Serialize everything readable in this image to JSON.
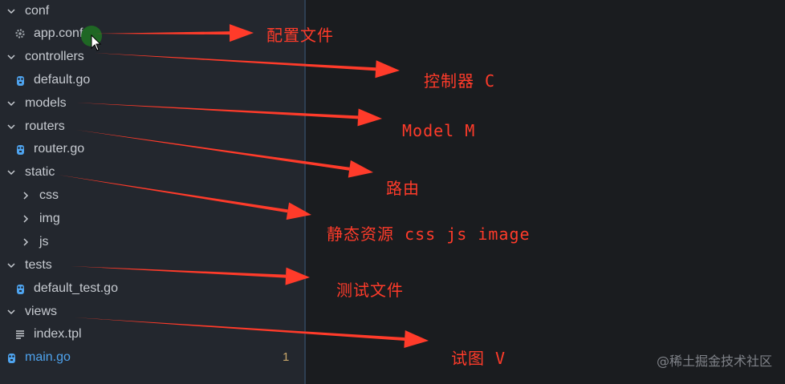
{
  "explorer": {
    "items": [
      {
        "label": "conf",
        "type": "folder",
        "expanded": true,
        "icon": "chevron-down-icon"
      },
      {
        "label": "app.conf",
        "type": "file",
        "icon": "gear-icon"
      },
      {
        "label": "controllers",
        "type": "folder",
        "expanded": true,
        "icon": "chevron-down-icon"
      },
      {
        "label": "default.go",
        "type": "file",
        "icon": "go-file-icon"
      },
      {
        "label": "models",
        "type": "folder",
        "expanded": true,
        "icon": "chevron-down-icon"
      },
      {
        "label": "routers",
        "type": "folder",
        "expanded": true,
        "icon": "chevron-down-icon"
      },
      {
        "label": "router.go",
        "type": "file",
        "icon": "go-file-icon"
      },
      {
        "label": "static",
        "type": "folder",
        "expanded": true,
        "icon": "chevron-down-icon"
      },
      {
        "label": "css",
        "type": "folder",
        "expanded": false,
        "icon": "chevron-right-icon"
      },
      {
        "label": "img",
        "type": "folder",
        "expanded": false,
        "icon": "chevron-right-icon"
      },
      {
        "label": "js",
        "type": "folder",
        "expanded": false,
        "icon": "chevron-right-icon"
      },
      {
        "label": "tests",
        "type": "folder",
        "expanded": true,
        "icon": "chevron-down-icon"
      },
      {
        "label": "default_test.go",
        "type": "file",
        "icon": "go-file-icon"
      },
      {
        "label": "views",
        "type": "folder",
        "expanded": true,
        "icon": "chevron-down-icon"
      },
      {
        "label": "index.tpl",
        "type": "file",
        "icon": "text-file-icon"
      },
      {
        "label": "main.go",
        "type": "file",
        "icon": "go-file-icon",
        "badge": "1"
      }
    ]
  },
  "annotations": [
    {
      "text": "配置文件"
    },
    {
      "text": "控制器 C"
    },
    {
      "text": "Model M"
    },
    {
      "text": "路由"
    },
    {
      "text": "静态资源  css js image"
    },
    {
      "text": "测试文件"
    },
    {
      "text": "试图 V"
    }
  ],
  "watermark": "@稀土掘金技术社区",
  "colors": {
    "sidebar_bg": "#23272e",
    "editor_bg": "#1a1c1f",
    "annotation": "#ff3b2a",
    "go_icon": "#4ea3ee"
  }
}
